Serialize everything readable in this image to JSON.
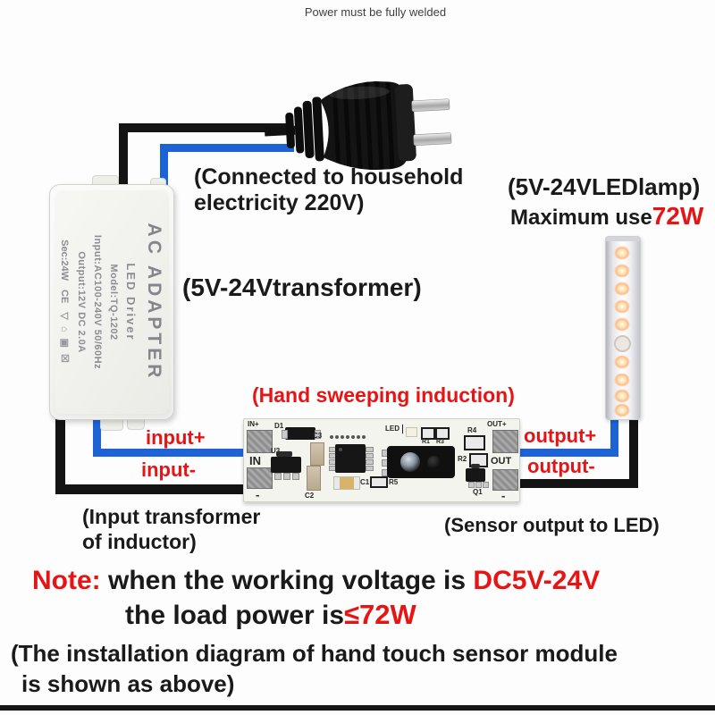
{
  "colors": {
    "blue": "#1e63d6",
    "red": "#e51515"
  },
  "header": {
    "note": "Power must be fully welded"
  },
  "captions": {
    "connected_l1": "(Connected to household",
    "connected_l2": "electricity 220V)",
    "lamp_title": "(5V-24VLEDlamp)",
    "lamp_max_prefix": "Maximum use",
    "lamp_max_value": "72W",
    "transformer": "(5V-24Vtransformer)",
    "hand_sweep": "(Hand sweeping induction)",
    "input_caption_l1": "(Input transformer",
    "input_caption_l2": "of inductor)",
    "output_caption": "(Sensor output to LED)",
    "bottom_l1": "(The installation diagram of hand touch sensor module",
    "bottom_l2": "is shown as above)"
  },
  "wire_labels": {
    "input_plus": "input+",
    "input_minus": "input-",
    "output_plus": "output+",
    "output_minus": "output-"
  },
  "note": {
    "prefix": "Note:",
    "body": "when the working voltage is",
    "voltage": "DC5V-24V",
    "line2_black": "the load power is",
    "line2_red": "≤72W"
  },
  "adapter": {
    "title": "AC ADAPTER",
    "subtitle": "LED Driver",
    "model": "Model:TQ-1202",
    "input": "Input:AC100-240V 50/60Hz",
    "output": "Output:12V DC 2.0A",
    "sec": "Sec:24W",
    "cert": "CE",
    "icon_glyphs": "▽ ⌂ ▣ ☒"
  },
  "pcb": {
    "in_plus": "IN+",
    "in": "IN",
    "minus_left": "-",
    "out_plus": "OUT+",
    "out": "OUT",
    "minus_right": "-",
    "d1": "D1",
    "c3": "C3",
    "u3": "U3",
    "c2": "C2",
    "c1": "C1",
    "r5": "R5",
    "led": "LED",
    "r1": "R1",
    "r3": "R3",
    "r4": "R4",
    "r2": "R2",
    "q1": "Q1"
  }
}
